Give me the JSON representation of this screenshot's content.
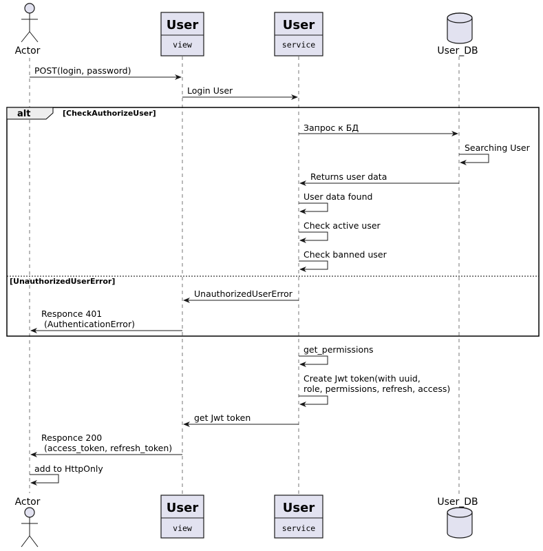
{
  "participants": {
    "actor": {
      "name": "Actor"
    },
    "view": {
      "name": "User",
      "stereotype": "view"
    },
    "service": {
      "name": "User",
      "stereotype": "service"
    },
    "db": {
      "name": "User_DB"
    }
  },
  "fragment": {
    "keyword": "alt",
    "guard": "[CheckAuthorizeUser]",
    "else_guard": "[UnauthorizedUserError]"
  },
  "messages": [
    {
      "lines": [
        "POST(login, password)"
      ]
    },
    {
      "lines": [
        "Login User"
      ]
    },
    {
      "lines": [
        "Запрос к БД"
      ]
    },
    {
      "lines": [
        "Searching User"
      ]
    },
    {
      "lines": [
        "Returns user data"
      ]
    },
    {
      "lines": [
        "User data found"
      ]
    },
    {
      "lines": [
        "Check active user"
      ]
    },
    {
      "lines": [
        "Check banned user"
      ]
    },
    {
      "lines": [
        "UnauthorizedUserError"
      ]
    },
    {
      "lines": [
        "Responce 401",
        " (AuthenticationError)"
      ]
    },
    {
      "lines": [
        "get_permissions"
      ]
    },
    {
      "lines": [
        "Create Jwt token(with uuid,",
        "role, permissions, refresh, access)"
      ]
    },
    {
      "lines": [
        "get Jwt token"
      ]
    },
    {
      "lines": [
        "Responce 200",
        " (access_token, refresh_token)"
      ]
    },
    {
      "lines": [
        "add to HttpOnly"
      ]
    }
  ]
}
